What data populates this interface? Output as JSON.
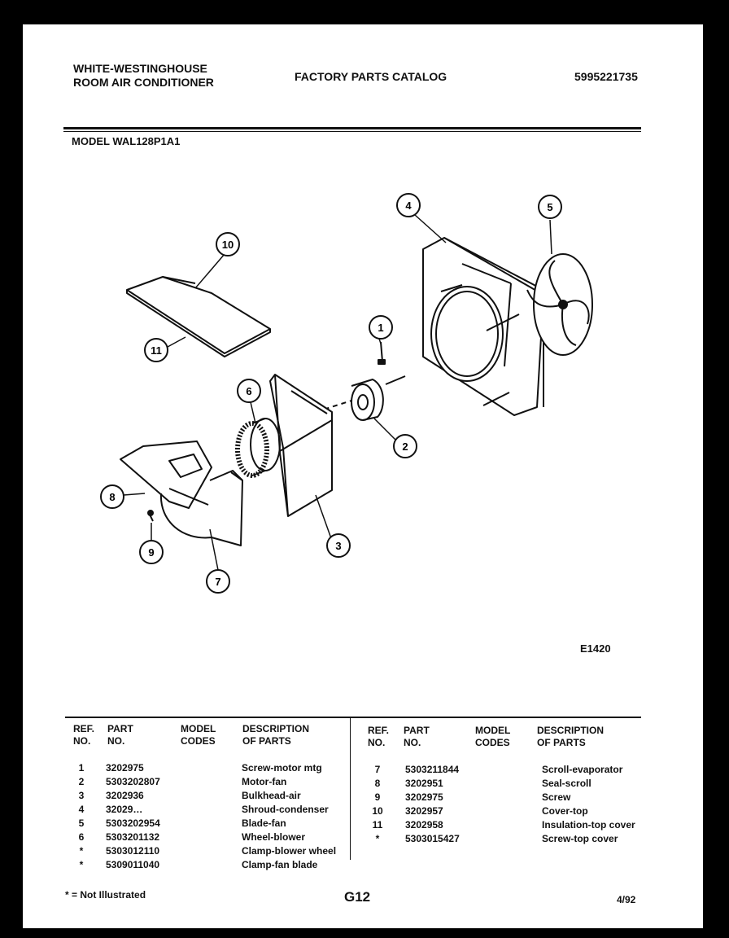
{
  "header": {
    "brand_line1": "WHITE-WESTINGHOUSE",
    "brand_line2": "ROOM AIR CONDITIONER",
    "catalog_title": "FACTORY PARTS CATALOG",
    "catalog_number": "5995221735"
  },
  "model": "MODEL WAL128P1A1",
  "diagram": {
    "figure_code": "E1420",
    "callouts": [
      "1",
      "2",
      "3",
      "4",
      "5",
      "6",
      "7",
      "8",
      "9",
      "10",
      "11"
    ]
  },
  "table": {
    "headers": {
      "ref_line1": "REF.",
      "ref_line2": "NO.",
      "part_line1": "PART",
      "part_line2": "NO.",
      "model_line1": "MODEL",
      "model_line2": "CODES",
      "desc_line1": "DESCRIPTION",
      "desc_line2": "OF PARTS"
    },
    "left_rows": [
      {
        "ref": "1",
        "part": "3202975",
        "desc": "Screw-motor mtg"
      },
      {
        "ref": "2",
        "part": "5303202807",
        "desc": "Motor-fan"
      },
      {
        "ref": "3",
        "part": "3202936",
        "desc": "Bulkhead-air"
      },
      {
        "ref": "4",
        "part": "32029…",
        "desc": "Shroud-condenser"
      },
      {
        "ref": "5",
        "part": "5303202954",
        "desc": "Blade-fan"
      },
      {
        "ref": "6",
        "part": "5303201132",
        "desc": "Wheel-blower"
      },
      {
        "ref": "*",
        "part": "5303012110",
        "desc": "Clamp-blower wheel"
      },
      {
        "ref": "*",
        "part": "5309011040",
        "desc": "Clamp-fan blade"
      }
    ],
    "right_rows": [
      {
        "ref": "7",
        "part": "5303211844",
        "desc": "Scroll-evaporator"
      },
      {
        "ref": "8",
        "part": "3202951",
        "desc": "Seal-scroll"
      },
      {
        "ref": "9",
        "part": "3202975",
        "desc": "Screw"
      },
      {
        "ref": "10",
        "part": "3202957",
        "desc": "Cover-top"
      },
      {
        "ref": "11",
        "part": "3202958",
        "desc": "Insulation-top cover"
      },
      {
        "ref": "*",
        "part": "5303015427",
        "desc": "Screw-top cover"
      }
    ]
  },
  "footer": {
    "note": "* = Not Illustrated",
    "page": "G12",
    "date": "4/92"
  }
}
